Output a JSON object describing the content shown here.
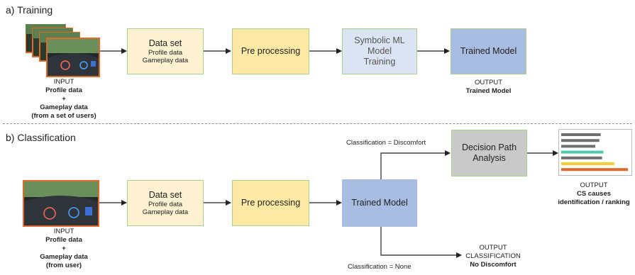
{
  "sections": {
    "training_title": "a) Training",
    "classification_title": "b) Classification"
  },
  "training": {
    "input": {
      "title": "INPUT",
      "line1": "Profile data",
      "plus": "+",
      "line2": "Gameplay data",
      "line3": "(from a set of users)"
    },
    "dataset": {
      "title": "Data set",
      "sub1": "Profile data",
      "sub2": "Gameplay data"
    },
    "preprocessing": "Pre processing",
    "symbolic": {
      "line1": "Symbolic ML",
      "line2": "Model",
      "line3": "Training"
    },
    "trained_model": "Trained Model",
    "output": {
      "title": "OUTPUT",
      "value": "Trained Model"
    }
  },
  "classification": {
    "input": {
      "title": "INPUT",
      "line1": "Profile data",
      "plus": "+",
      "line2": "Gameplay data",
      "line3": "(from user)"
    },
    "dataset": {
      "title": "Data set",
      "sub1": "Profile data",
      "sub2": "Gameplay data"
    },
    "preprocessing": "Pre processing",
    "trained_model": "Trained Model",
    "decision_path": {
      "line1": "Decision Path",
      "line2": "Analysis"
    },
    "branch_discomfort": "Classification =  Discomfort",
    "branch_none": "Classification = None",
    "output_causes": {
      "title": "OUTPUT",
      "line1": "CS causes",
      "line2": "identification / ranking"
    },
    "output_class": {
      "title": "OUTPUT",
      "line1": "CLASSIFICATION",
      "line2": "No  Discomfort"
    }
  },
  "ranking_chart": {
    "bars": [
      {
        "value": 0.58,
        "color": "#6f6f6f"
      },
      {
        "value": 0.56,
        "color": "#6f6f6f"
      },
      {
        "value": 0.5,
        "color": "#6f6f6f"
      },
      {
        "value": 0.62,
        "color": "#4fc9ad"
      },
      {
        "value": 0.6,
        "color": "#6f6f6f"
      },
      {
        "value": 0.78,
        "color": "#f3cf2f"
      },
      {
        "value": 0.98,
        "color": "#e06a2b"
      }
    ]
  }
}
